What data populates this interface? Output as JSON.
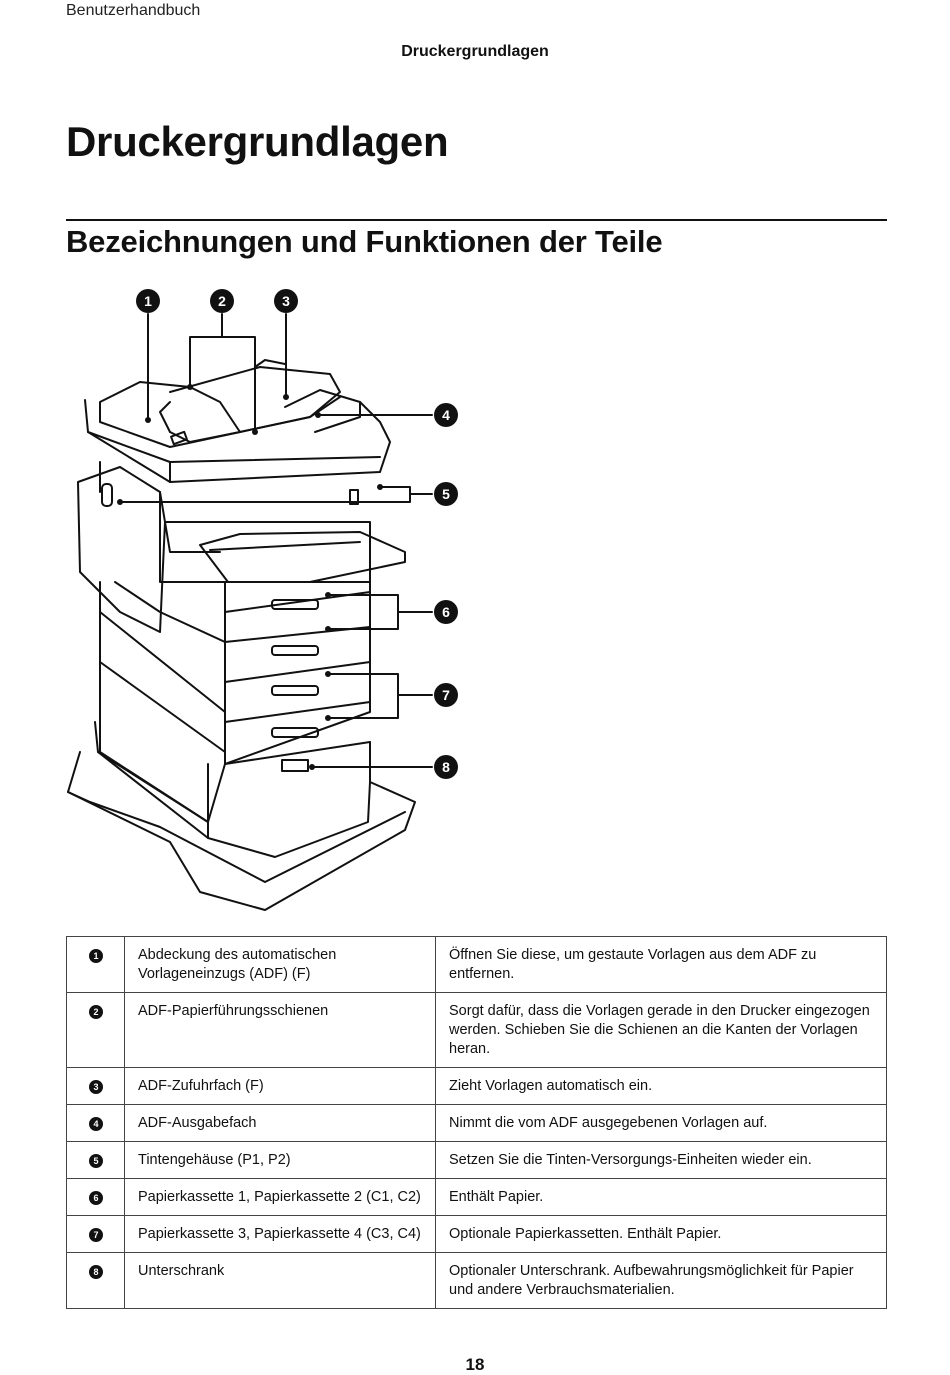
{
  "header": {
    "running_title": "Benutzerhandbuch",
    "section": "Druckergrundlagen"
  },
  "chapter_title": "Druckergrundlagen",
  "section_title": "Bezeichnungen und Funktionen der Teile",
  "figure": {
    "callouts": [
      "1",
      "2",
      "3",
      "4",
      "5",
      "6",
      "7",
      "8"
    ]
  },
  "parts_table": {
    "rows": [
      {
        "num": "1",
        "name": "Abdeckung des automatischen Vorlageneinzugs (ADF) (F)",
        "description": "Öffnen Sie diese, um gestaute Vorlagen aus dem ADF zu entfernen."
      },
      {
        "num": "2",
        "name": "ADF-Papierführungsschienen",
        "description": "Sorgt dafür, dass die Vorlagen gerade in den Drucker eingezogen werden. Schieben Sie die Schienen an die Kanten der Vorlagen heran."
      },
      {
        "num": "3",
        "name": "ADF-Zufuhrfach (F)",
        "description": "Zieht Vorlagen automatisch ein."
      },
      {
        "num": "4",
        "name": "ADF-Ausgabefach",
        "description": "Nimmt die vom ADF ausgegebenen Vorlagen auf."
      },
      {
        "num": "5",
        "name": "Tintengehäuse (P1, P2)",
        "description": "Setzen Sie die Tinten-Versorgungs-Einheiten wieder ein."
      },
      {
        "num": "6",
        "name": "Papierkassette 1, Papierkassette 2 (C1, C2)",
        "description": "Enthält Papier."
      },
      {
        "num": "7",
        "name": "Papierkassette 3, Papierkassette 4 (C3, C4)",
        "description": "Optionale Papierkassetten. Enthält Papier."
      },
      {
        "num": "8",
        "name": "Unterschrank",
        "description": "Optionaler Unterschrank. Aufbewahrungsmöglichkeit für Papier und andere Verbrauchsmaterialien."
      }
    ]
  },
  "footer": {
    "page_number": "18"
  }
}
